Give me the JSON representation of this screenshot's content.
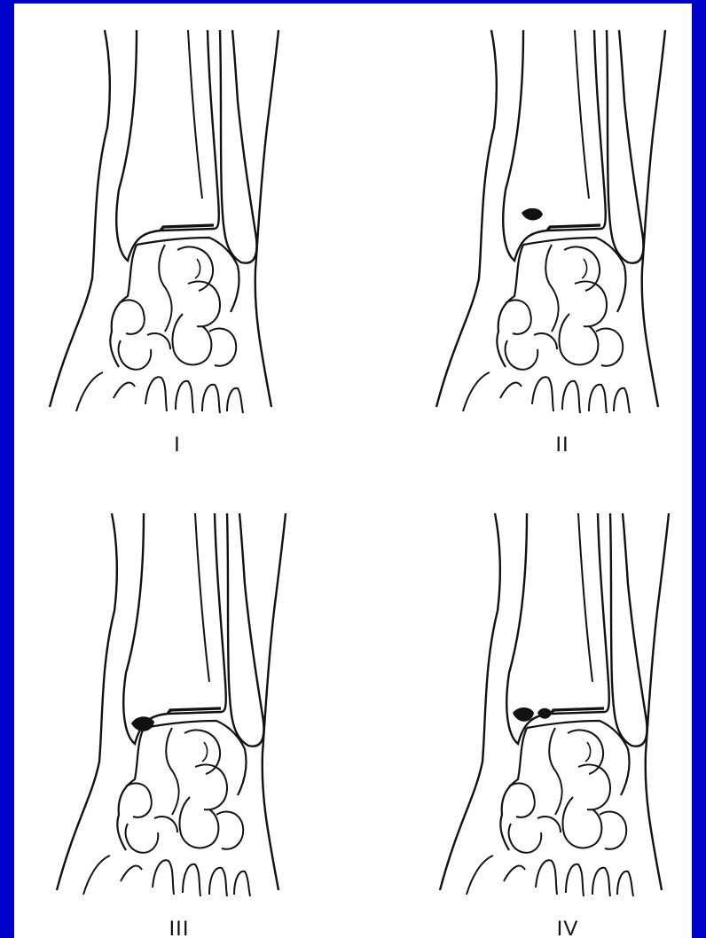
{
  "figure": {
    "background_color": "#0000cc",
    "paper_color": "#ffffff",
    "ink_color": "#111111"
  },
  "panels": [
    {
      "id": "panel-1",
      "label": "I",
      "fragments": 0
    },
    {
      "id": "panel-2",
      "label": "II",
      "fragments": 1
    },
    {
      "id": "panel-3",
      "label": "III",
      "fragments": 1
    },
    {
      "id": "panel-4",
      "label": "IV",
      "fragments": 2
    }
  ]
}
